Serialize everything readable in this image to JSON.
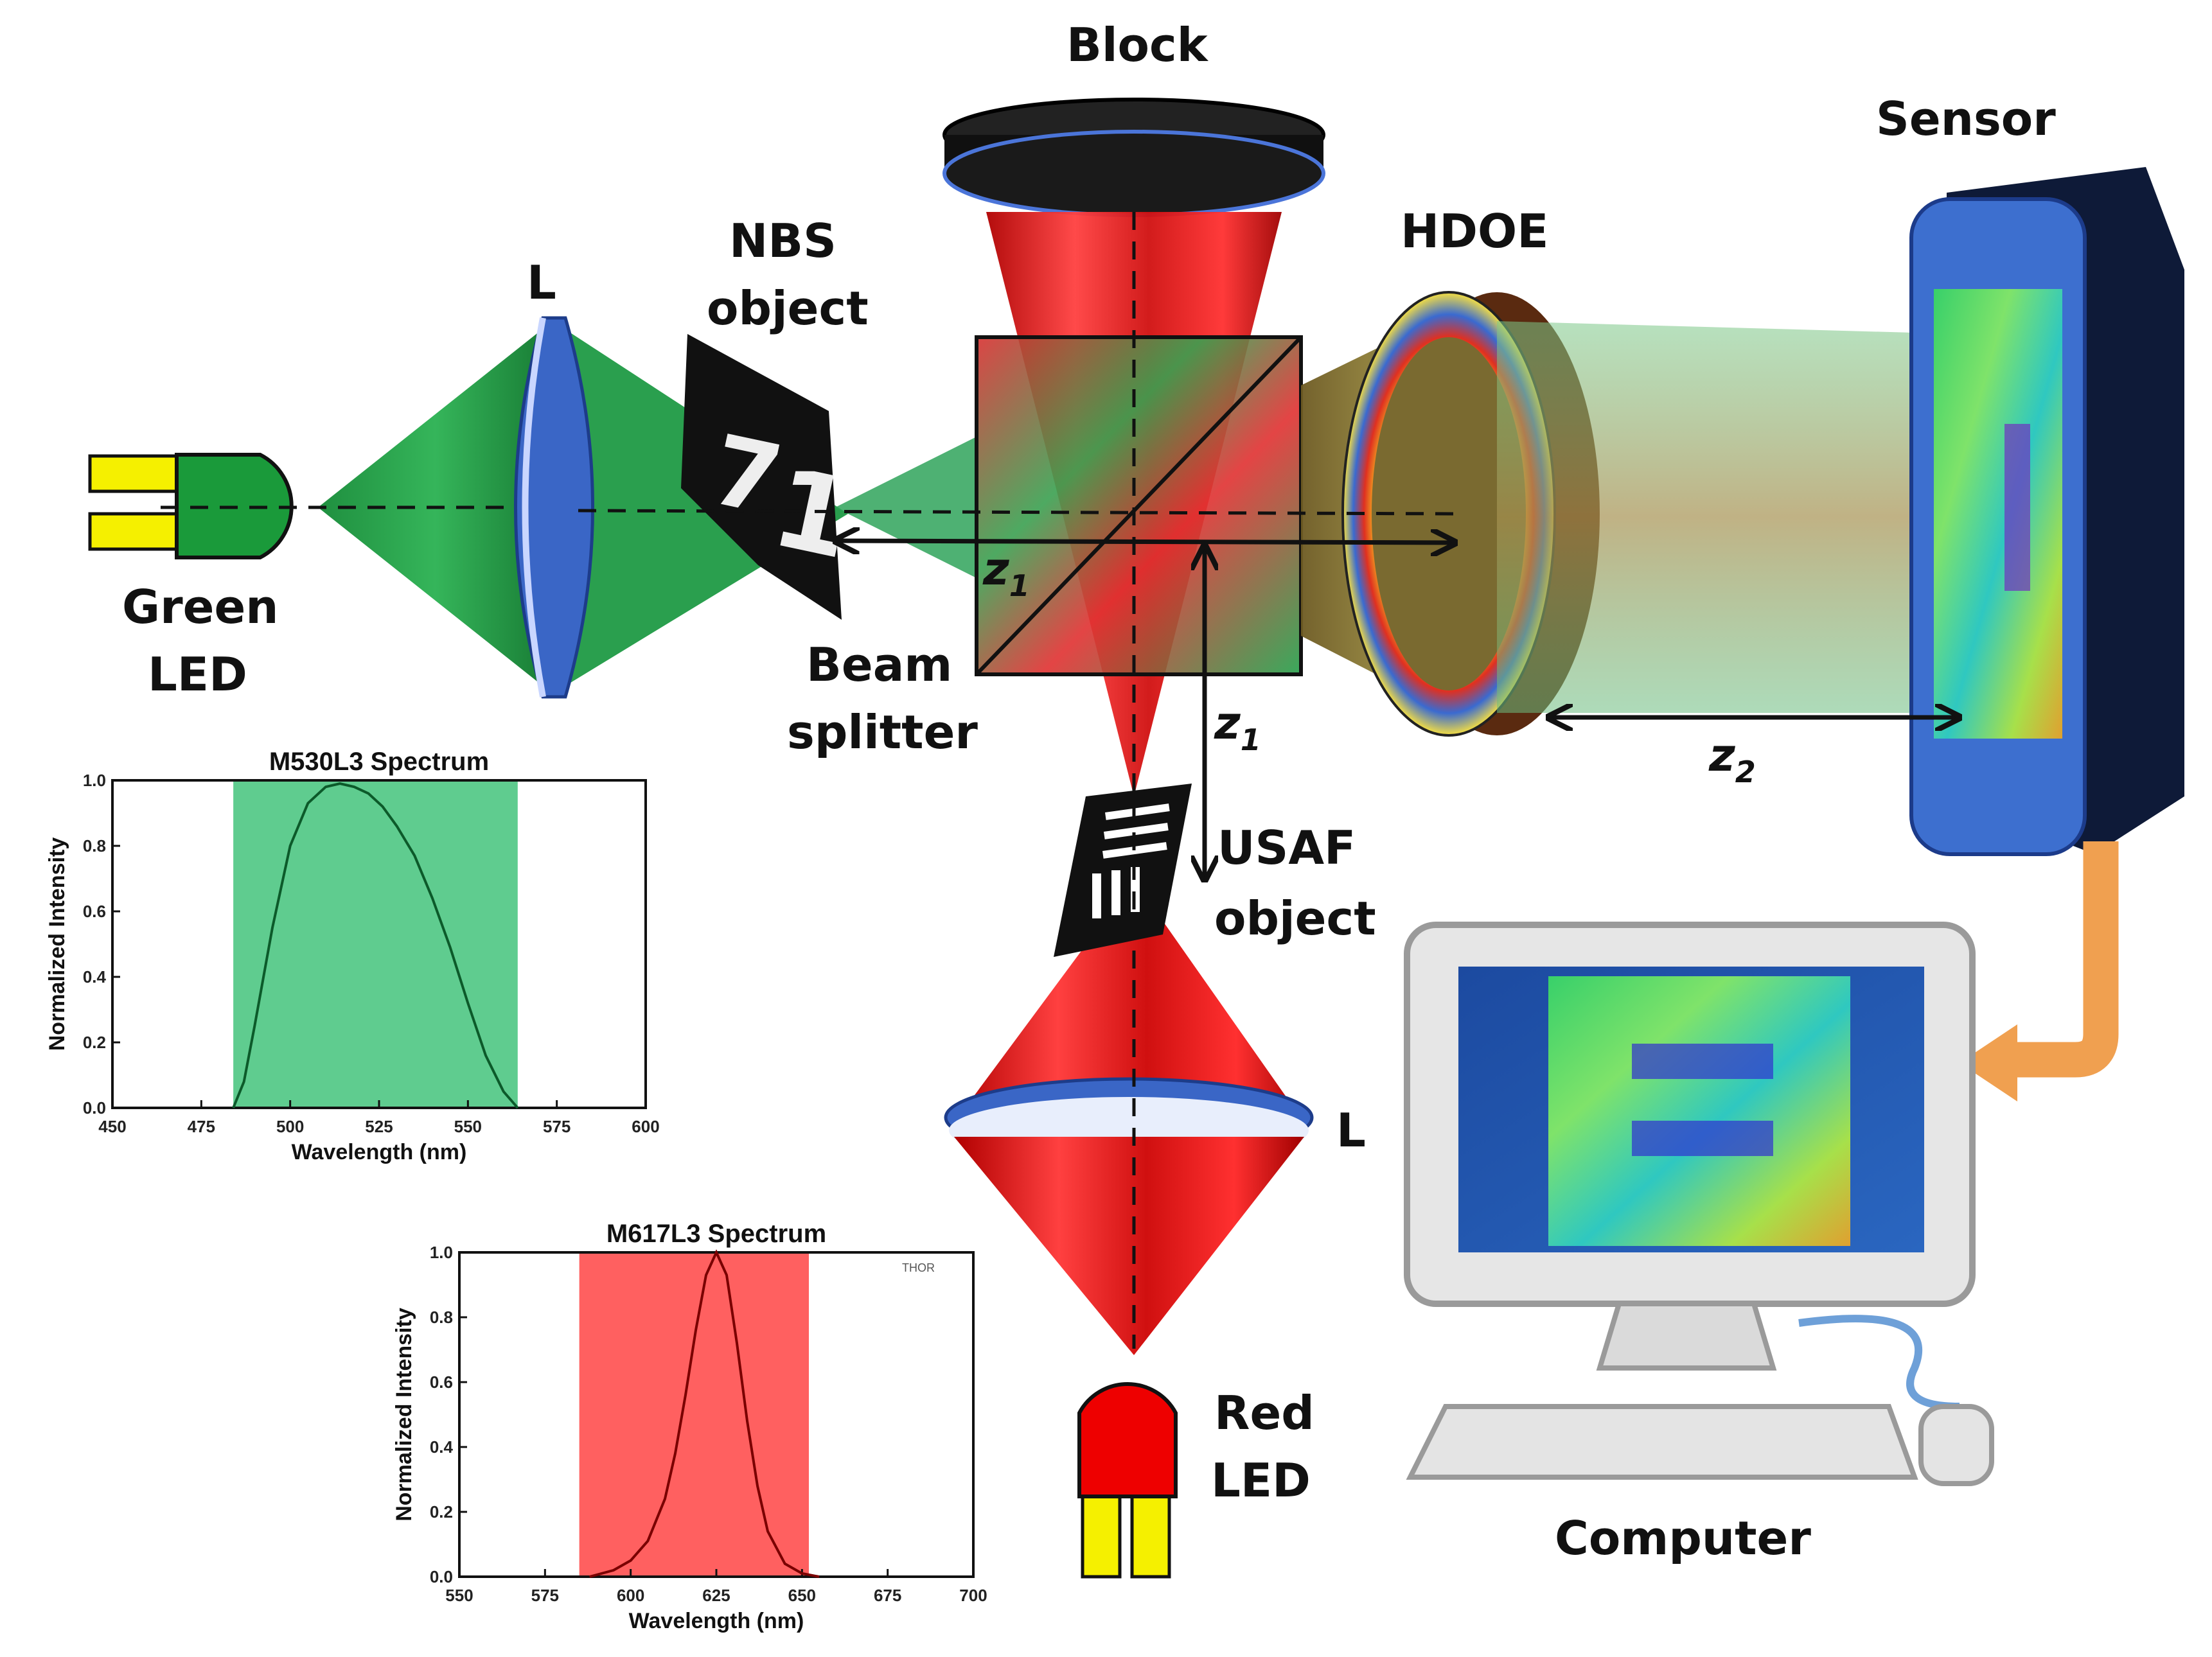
{
  "labels": {
    "block": "Block",
    "sensor": "Sensor",
    "hdoe": "HDOE",
    "nbs_line1": "NBS",
    "nbs_line2": "object",
    "lens_top": "L",
    "lens_bottom": "L",
    "green_led_line1": "Green",
    "green_led_line2": "LED",
    "beam_splitter_line1": "Beam",
    "beam_splitter_line2": "splitter",
    "usaf_line1": "USAF",
    "usaf_line2": "object",
    "red_led_line1": "Red",
    "red_led_line2": "LED",
    "computer": "Computer",
    "z1": "z",
    "z1_sub": "1",
    "z1b": "z",
    "z1b_sub": "1",
    "z2": "z",
    "z2_sub": "2",
    "thor_mark": "THOR"
  },
  "colors": {
    "green_led": "#1a9a3a",
    "green_beam": "#22a24a",
    "red_beam": "#e02020",
    "red_led": "#ee0000",
    "led_legs": "#f5f000",
    "sensor_blue": "#3d6fcf",
    "arrow_orange": "#f0a050",
    "green_band": "#5fcc8f",
    "red_band": "#ff6060"
  },
  "chart_data": [
    {
      "type": "line",
      "title": "M530L3 Spectrum",
      "xlabel": "Wavelength (nm)",
      "ylabel": "Normalized Intensity",
      "xlim": [
        450,
        600
      ],
      "ylim": [
        0.0,
        1.0
      ],
      "xticks": [
        450,
        475,
        500,
        525,
        550,
        575,
        600
      ],
      "xtick_labels": [
        "450",
        "475",
        "500",
        "525",
        "550",
        "575",
        "600"
      ],
      "yticks": [
        0.0,
        0.2,
        0.4,
        0.6,
        0.8,
        1.0
      ],
      "ytick_labels": [
        "0.0",
        "0.2",
        "0.4",
        "0.6",
        "0.8",
        "1.0"
      ],
      "band": [
        484,
        564
      ],
      "series": [
        {
          "x": [
            484,
            487,
            490,
            495,
            500,
            505,
            510,
            514,
            518,
            522,
            526,
            530,
            535,
            540,
            545,
            550,
            555,
            560,
            564
          ],
          "y": [
            0.0,
            0.08,
            0.25,
            0.55,
            0.8,
            0.93,
            0.98,
            0.99,
            0.98,
            0.96,
            0.92,
            0.86,
            0.77,
            0.64,
            0.49,
            0.32,
            0.16,
            0.05,
            0.0
          ]
        }
      ]
    },
    {
      "type": "line",
      "title": "M617L3 Spectrum",
      "xlabel": "Wavelength (nm)",
      "ylabel": "Normalized Intensity",
      "xlim": [
        550,
        700
      ],
      "ylim": [
        0.0,
        1.0
      ],
      "xticks": [
        550,
        575,
        600,
        625,
        650,
        675,
        700
      ],
      "xtick_labels": [
        "550",
        "575",
        "600",
        "625",
        "650",
        "675",
        "700"
      ],
      "yticks": [
        0.0,
        0.2,
        0.4,
        0.6,
        0.8,
        1.0
      ],
      "ytick_labels": [
        "0.0",
        "0.2",
        "0.4",
        "0.6",
        "0.8",
        "1.0"
      ],
      "band": [
        585,
        652
      ],
      "series": [
        {
          "x": [
            588,
            595,
            600,
            605,
            610,
            613,
            616,
            619,
            622,
            625,
            628,
            631,
            634,
            637,
            640,
            645,
            650,
            655
          ],
          "y": [
            0.0,
            0.02,
            0.05,
            0.11,
            0.24,
            0.38,
            0.56,
            0.76,
            0.93,
            1.0,
            0.93,
            0.72,
            0.48,
            0.28,
            0.14,
            0.04,
            0.01,
            0.0
          ]
        }
      ]
    }
  ]
}
